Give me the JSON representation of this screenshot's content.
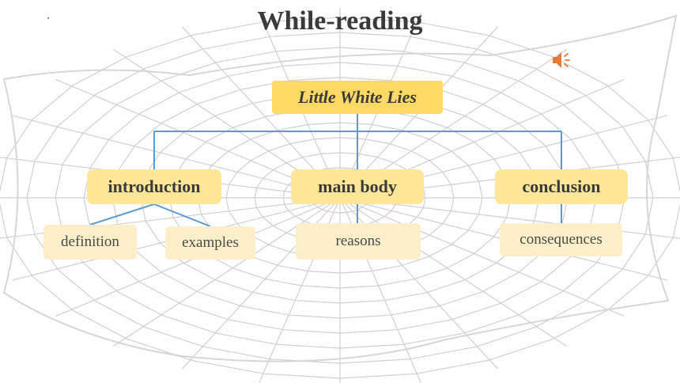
{
  "title": "While-reading",
  "speaker_icon": "speaker-icon",
  "diagram": {
    "root": "Little White Lies",
    "sections": [
      {
        "label": "introduction",
        "children": [
          "definition",
          "examples"
        ]
      },
      {
        "label": "main body",
        "children": [
          "reasons"
        ]
      },
      {
        "label": "conclusion",
        "children": [
          "consequences"
        ]
      }
    ]
  },
  "colors": {
    "root_fill": "#ffd966",
    "section_fill": "#ffe699",
    "leaf_fill": "#fcefc7",
    "connector": "#5b9bd5",
    "speaker": "#e07b39"
  }
}
